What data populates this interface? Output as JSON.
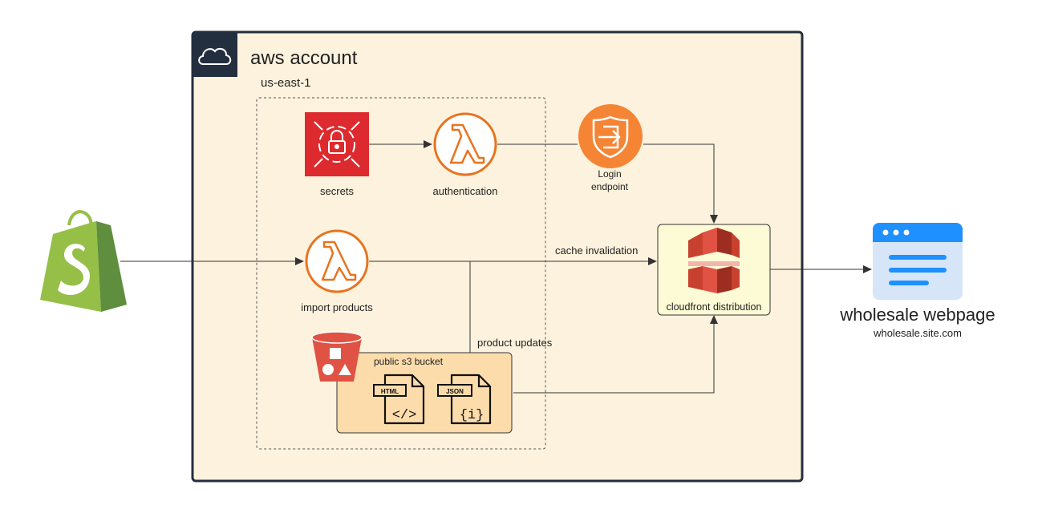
{
  "account": {
    "title": "aws account",
    "region": "us-east-1"
  },
  "nodes": {
    "secrets": {
      "label": "secrets",
      "icon": "secrets-manager-icon"
    },
    "authentication": {
      "label": "authentication",
      "icon": "lambda-icon"
    },
    "login": {
      "label_line1": "Login",
      "label_line2": "endpoint",
      "icon": "login-endpoint-icon"
    },
    "import": {
      "label": "import products",
      "icon": "lambda-icon"
    },
    "cloudfront": {
      "label": "cloudfront distribution",
      "icon": "cloudfront-icon"
    },
    "bucket": {
      "label": "public s3 bucket",
      "icon": "s3-bucket-icon"
    },
    "html_file": {
      "tag": "HTML",
      "symbol": "</>"
    },
    "json_file": {
      "tag": "JSON",
      "symbol": "{i}"
    },
    "shopify": {
      "icon": "shopify-bag-icon"
    },
    "webpage": {
      "title": "wholesale webpage",
      "url": "wholesale.site.com",
      "icon": "browser-window-icon"
    }
  },
  "edges": {
    "cache_invalidation": "cache invalidation",
    "product_updates": "product updates"
  },
  "colors": {
    "account_fill": "#fdf2dd",
    "account_border": "#232f3e",
    "aws_orange": "#e8731f",
    "secrets_red": "#dd2a2e",
    "bucket_fill": "#fcdcab",
    "cloudfront_fill": "#fdfbd6",
    "cloudfront_red": "#c8412e",
    "shopify_green": "#95bf47",
    "browser_blue": "#1e90ff"
  }
}
